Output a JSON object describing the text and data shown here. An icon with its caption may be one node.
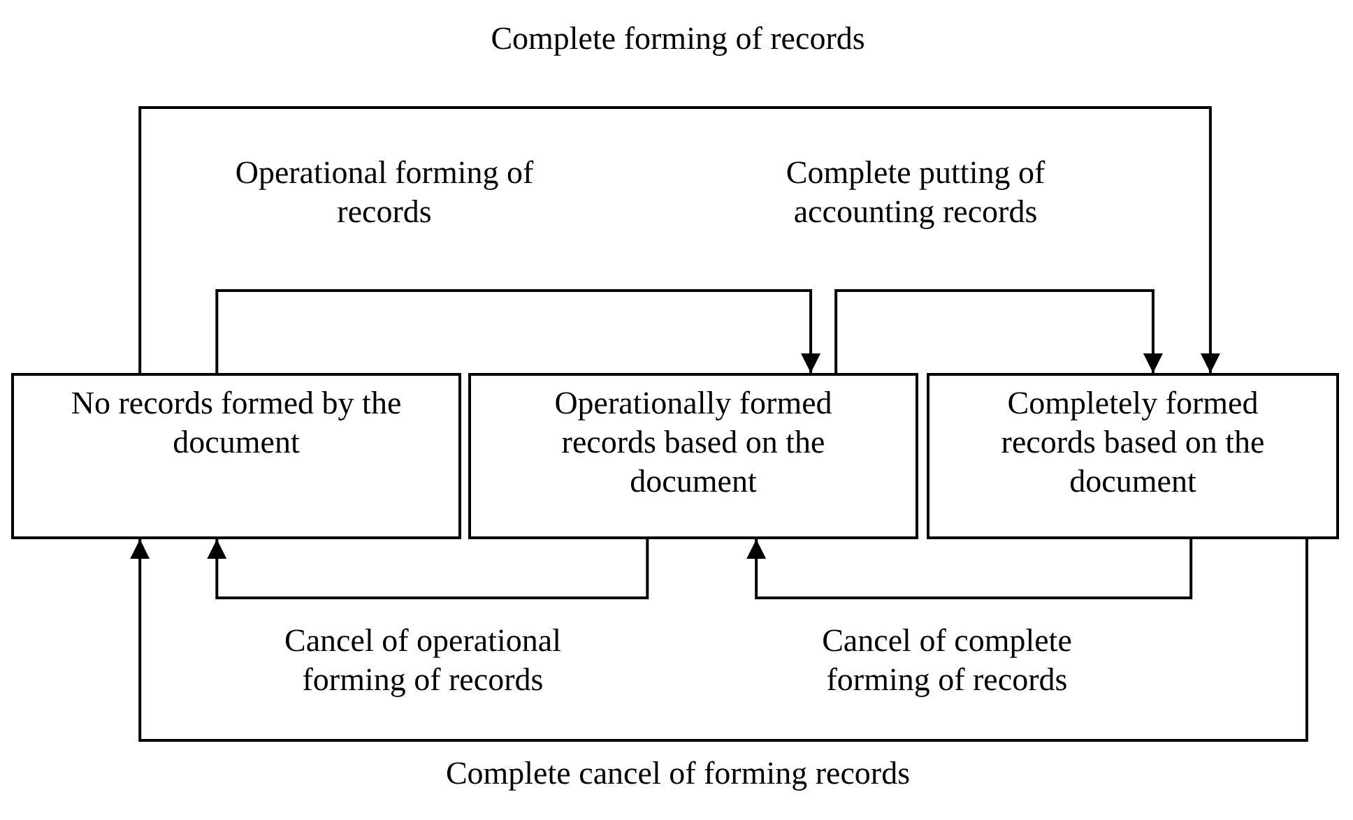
{
  "diagram": {
    "nodes": [
      {
        "text": [
          "No records formed by the document"
        ]
      },
      {
        "text": [
          "Operationally formed records based on the document"
        ]
      },
      {
        "text": [
          "Completely formed records based on the document"
        ]
      }
    ],
    "edges": [
      {
        "from": 0,
        "to": 2,
        "arrow": "to",
        "label": "Complete forming of records"
      },
      {
        "from": 0,
        "to": 1,
        "arrow": "to",
        "label": "Operational forming of records"
      },
      {
        "from": 1,
        "to": 2,
        "arrow": "to",
        "label": "Complete putting of accounting records"
      },
      {
        "from": 1,
        "to": 0,
        "arrow": "to",
        "label": "Cancel of operational forming of records"
      },
      {
        "from": 2,
        "to": 1,
        "arrow": "to",
        "label": "Cancel of complete forming of records"
      },
      {
        "from": 2,
        "to": 0,
        "arrow": "to",
        "label": "Complete cancel of forming records"
      }
    ]
  }
}
